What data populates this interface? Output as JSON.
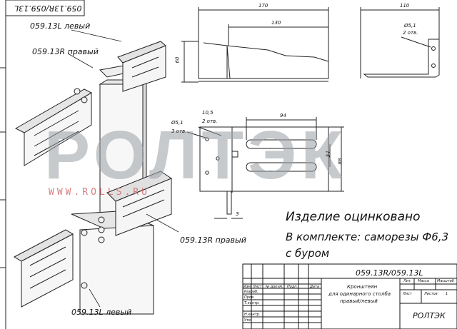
{
  "drawing": {
    "top_code": "059.13R/059.13L",
    "parts": {
      "left_name": "059.13L левый",
      "right_name": "059.13R правый"
    },
    "dimensions": {
      "top_length": "170",
      "top_inner": "130",
      "side_height": "60",
      "side_width": "110",
      "hole_dia_top": "Ø5,1",
      "hole_count_top": "2 отв.",
      "hole_dia_left": "Ø5,1",
      "hole_count_left": "3 отв.",
      "offset_small": "10,5",
      "hole_count_mid": "2 отв.",
      "slot_length": "94",
      "slot_gap": "34",
      "total_height": "88",
      "thickness": "3"
    },
    "notes": {
      "line1": "Изделие оцинковано",
      "line2": "В комплекте: саморезы Ф6,3",
      "line3": "с буром"
    }
  },
  "watermark": {
    "brand": "РОЛТЭК",
    "url": "WWW.ROLLS.RU"
  },
  "title_block": {
    "code": "059.13R/059.13L",
    "description_line1": "Кронштейн",
    "description_line2": "для одинарного столба",
    "description_line3": "правый/левый",
    "header_izm": "Изм",
    "header_list": "Лист",
    "header_doc": "№ докум.",
    "header_sign": "Подп.",
    "header_date": "Дата",
    "row_razrab": "Разраб.",
    "row_prov": "Пров.",
    "row_tkontr": "Т.контр.",
    "row_nkontr": "Н.контр.",
    "row_utv": "Утв.",
    "col_lit": "Лит.",
    "col_mass": "Масса",
    "col_scale": "Масштаб",
    "col_sheet": "Лист",
    "col_sheets": "Листов",
    "sheets_value": "1",
    "company": "РОЛТЭК"
  }
}
